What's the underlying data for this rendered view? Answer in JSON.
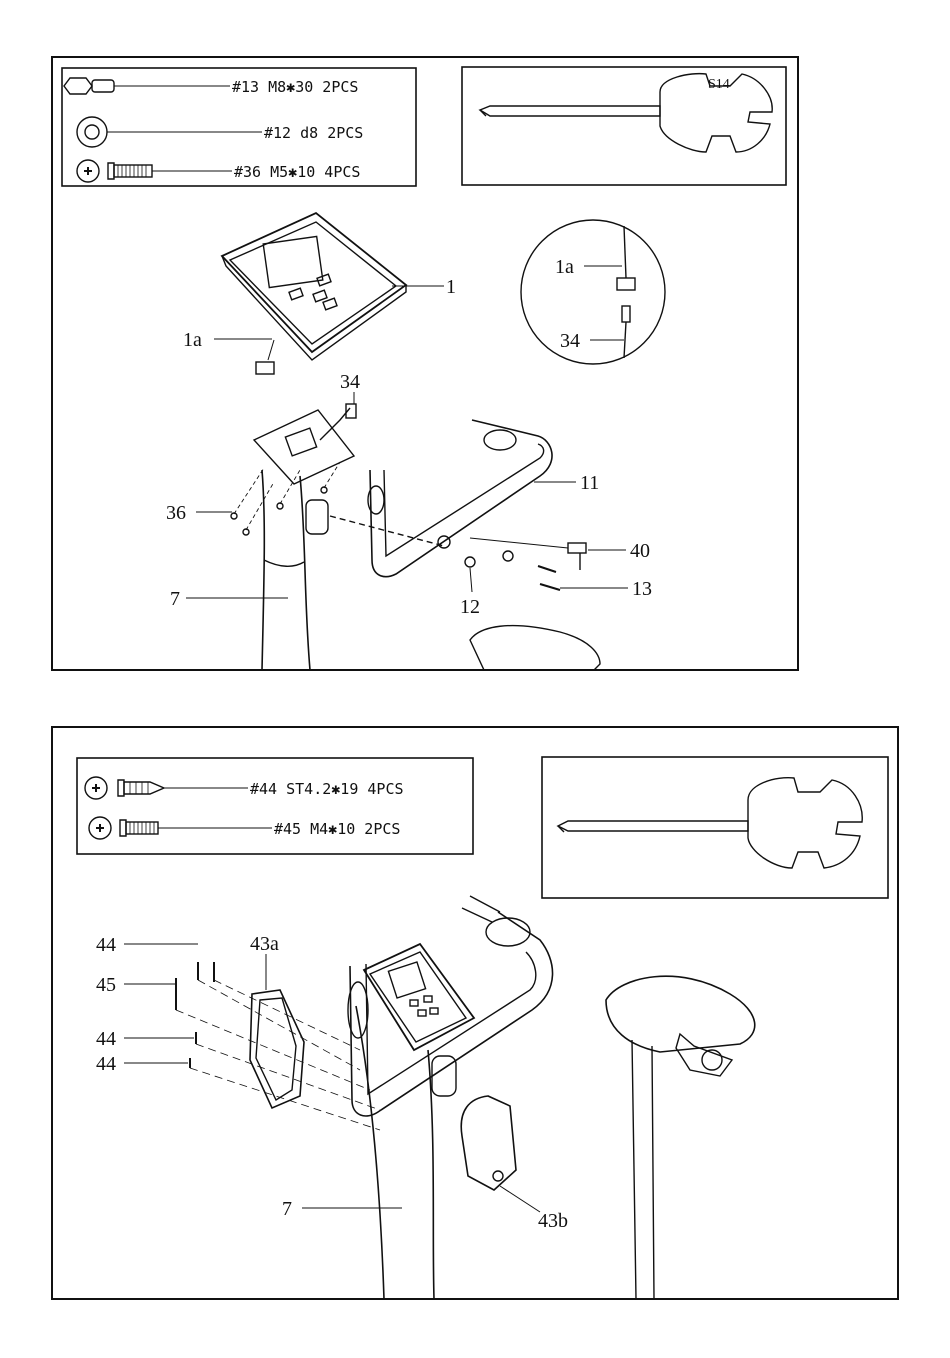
{
  "panel1": {
    "parts": [
      {
        "label": "#13 M8✱30 2PCS",
        "icon": "bolt-icon"
      },
      {
        "label": "#12 d8 2PCS",
        "icon": "washer-icon"
      },
      {
        "label": "#36 M5✱10 4PCS",
        "icon": "screw-icon"
      }
    ],
    "tool_label": "S14",
    "callouts": {
      "computer": "1",
      "cable_1a": "1a",
      "detail_1a": "1a",
      "detail_34": "34",
      "sensor_wire": "34",
      "screws": "36",
      "handlebar": "11",
      "pulse_cable": "40",
      "bolt": "13",
      "washer": "12",
      "upright": "7"
    }
  },
  "panel2": {
    "parts": [
      {
        "label": "#44 ST4.2✱19 4PCS",
        "icon": "tapping-screw-icon"
      },
      {
        "label": "#45 M4✱10 2PCS",
        "icon": "screw-icon"
      }
    ],
    "callouts": {
      "screw44_a": "44",
      "cover_43a": "43a",
      "screw45": "45",
      "screw44_b": "44",
      "screw44_c": "44",
      "upright": "7",
      "cover_43b": "43b"
    }
  },
  "colors": {
    "line": "#111111",
    "paper": "#ffffff",
    "shade": "#d9d9d9"
  }
}
